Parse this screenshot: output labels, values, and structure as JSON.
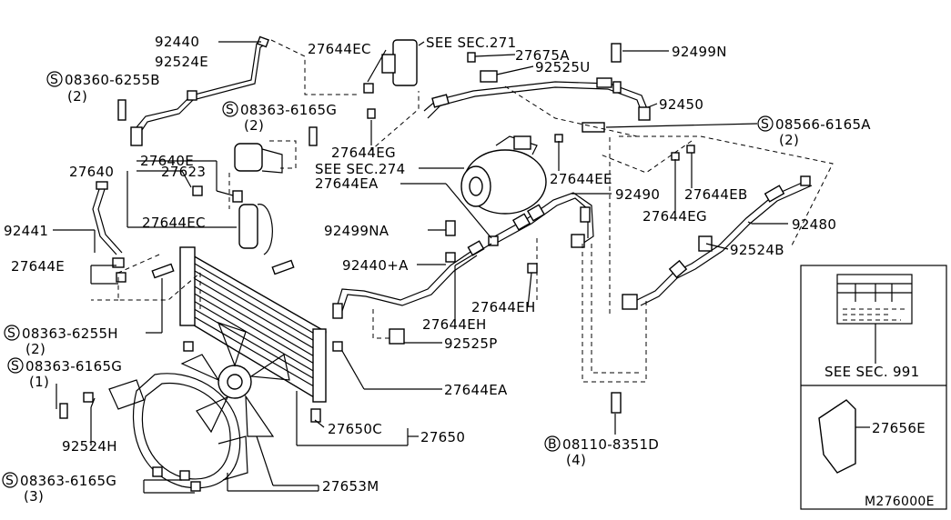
{
  "labels": {
    "p92440": "92440",
    "p92524E": "92524E",
    "s08360_6255B": "08360-6255B",
    "s08360_6255B_qty": "(2)",
    "p27644EC_top": "27644EC",
    "see271": "SEE SEC.271",
    "p27675A": "27675A",
    "p92525U": "92525U",
    "p92499N": "92499N",
    "p92450": "92450",
    "s08566_6165A": "08566-6165A",
    "s08566_6165A_qty": "(2)",
    "s08363_6165G_top": "08363-6165G",
    "s08363_6165G_top_qty": "(2)",
    "p27644EG_left": "27644EG",
    "p27640E": "27640E",
    "p27640": "27640",
    "p27623": "27623",
    "see274": "SEE SEC.274",
    "p27644EA_mid": "27644EA",
    "p27644EE": "27644EE",
    "p92490": "92490",
    "p27644EB": "27644EB",
    "p27644EG_right": "27644EG",
    "p92480": "92480",
    "p92441": "92441",
    "p27644EC_mid": "27644EC",
    "p92499NA": "92499NA",
    "p92524B": "92524B",
    "p27644E": "27644E",
    "p92440A": "92440+A",
    "p27644EH_right": "27644EH",
    "p27644EH_left": "27644EH",
    "s08363_6255H": "08363-6255H",
    "s08363_6255H_qty": "(2)",
    "p92525P": "92525P",
    "s08363_6165G_mid": "08363-6165G",
    "s08363_6165G_mid_qty": "(1)",
    "p27644EA_low": "27644EA",
    "p27650C": "27650C",
    "p27650": "27650",
    "p92524H": "92524H",
    "b08110_8351D": "08110-8351D",
    "b08110_8351D_qty": "(4)",
    "s08363_6165G_low": "08363-6165G",
    "s08363_6165G_low_qty": "(3)",
    "p27653M": "27653M",
    "see991": "SEE SEC. 991",
    "p27656E": "27656E",
    "ref": "M276000E"
  },
  "symbols": {
    "screw": "S",
    "bolt": "B"
  }
}
